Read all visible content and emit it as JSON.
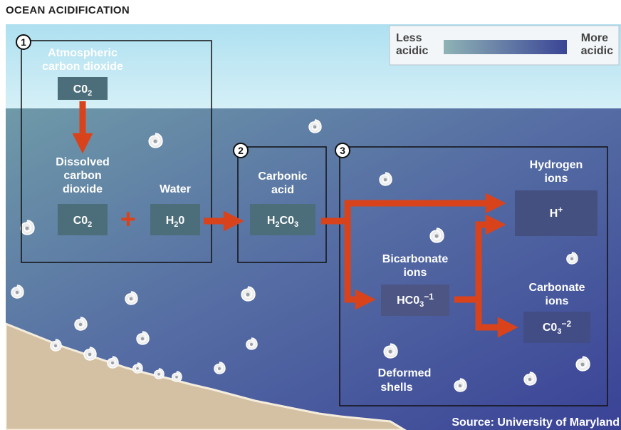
{
  "title": "OCEAN ACIDIFICATION",
  "legend": {
    "less": [
      "Less",
      "acidic"
    ],
    "more": [
      "More",
      "acidic"
    ],
    "gradient_colors": [
      "#8fb3b5",
      "#3a4596"
    ]
  },
  "steps": [
    {
      "number": "1"
    },
    {
      "number": "2"
    },
    {
      "number": "3"
    }
  ],
  "labels": {
    "atmospheric": [
      "Atmospheric",
      "carbon dioxide"
    ],
    "dissolved": [
      "Dissolved",
      "carbon",
      "dioxide"
    ],
    "water": "Water",
    "carbonic": [
      "Carbonic",
      "acid"
    ],
    "hydrogen": [
      "Hydrogen",
      "ions"
    ],
    "bicarbonate": [
      "Bicarbonate",
      "ions"
    ],
    "carbonate": [
      "Carbonate",
      "ions"
    ],
    "deformed": [
      "Deformed",
      "shells"
    ],
    "plus": "+"
  },
  "formulas": {
    "co2_air": {
      "main": "C0",
      "sub": "2"
    },
    "co2_dissolved": {
      "main": "C0",
      "sub": "2"
    },
    "h2o": {
      "a": "H",
      "sub": "2",
      "b": "0"
    },
    "h2co3": {
      "a": "H",
      "sub1": "2",
      "b": "C0",
      "sub2": "3"
    },
    "hplus": {
      "main": "H",
      "sup": "+"
    },
    "hco3": {
      "main": "HC0",
      "sub": "3",
      "sup": "−1"
    },
    "co3": {
      "main": "C0",
      "sub": "3",
      "sup": "−2"
    }
  },
  "source": "Source: University of Maryland",
  "colors": {
    "sky": "#bfe6f2",
    "ocean_top": "#6f9aa8",
    "ocean_bottom": "#3c4597",
    "formula_box": "#4c6e7a",
    "arrow": "#d9431c",
    "sand": "#d4c0a2"
  }
}
